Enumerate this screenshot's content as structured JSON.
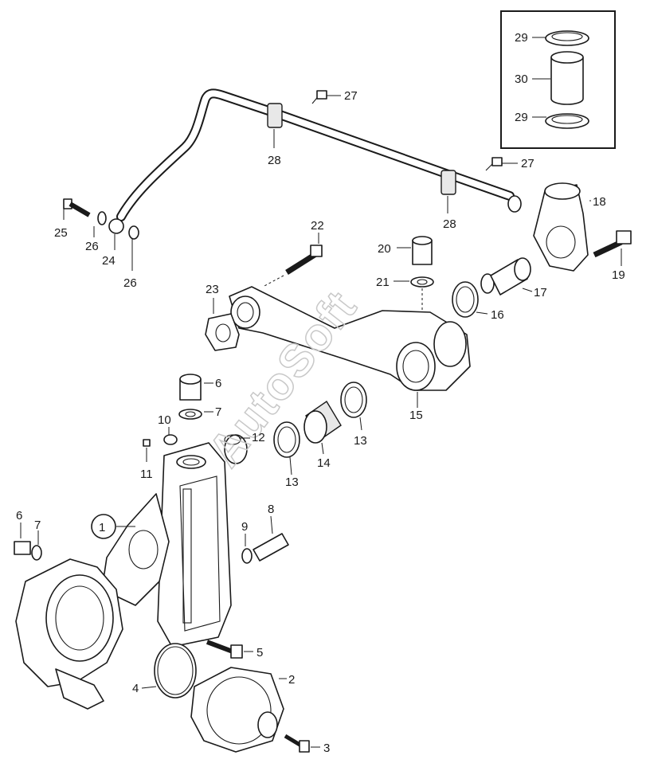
{
  "diagram": {
    "watermark": "AutoSoft",
    "callouts": [
      "1",
      "2",
      "3",
      "4",
      "5",
      "6",
      "7",
      "6",
      "7",
      "8",
      "9",
      "10",
      "11",
      "12",
      "13",
      "13",
      "14",
      "15",
      "16",
      "17",
      "18",
      "19",
      "20",
      "21",
      "22",
      "23",
      "24",
      "25",
      "26",
      "26",
      "27",
      "27",
      "28",
      "28",
      "29",
      "30",
      "29"
    ]
  },
  "colors": {
    "line": "#1a1a1a",
    "background": "#ffffff",
    "watermark": "#c8c8c8"
  }
}
